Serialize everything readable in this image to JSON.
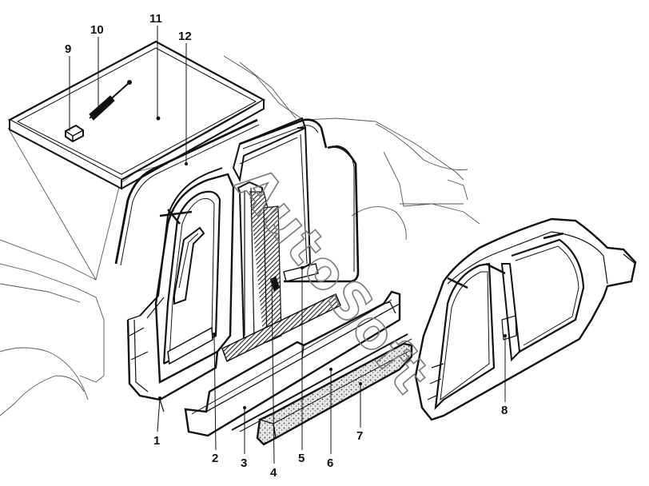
{
  "watermark": "AutoSoft",
  "colors": {
    "ink": "#111111",
    "hatch": "#222222",
    "ghost": "#555555",
    "paper": "#ffffff"
  },
  "callouts": [
    {
      "num": "1",
      "part": "front-pillar-panel"
    },
    {
      "num": "2",
      "part": "front-door-frame"
    },
    {
      "num": "3",
      "part": "sill-panel"
    },
    {
      "num": "4",
      "part": "center-pillar-reinforcement"
    },
    {
      "num": "5",
      "part": "rear-door-seal"
    },
    {
      "num": "6",
      "part": "sill-trim-strip"
    },
    {
      "num": "7",
      "part": "sill-cover"
    },
    {
      "num": "8",
      "part": "outer-side-panel"
    },
    {
      "num": "9",
      "part": "roof-bracket"
    },
    {
      "num": "10",
      "part": "gas-strut"
    },
    {
      "num": "11",
      "part": "roof-panel"
    },
    {
      "num": "12",
      "part": "roof-drip-seal"
    }
  ]
}
